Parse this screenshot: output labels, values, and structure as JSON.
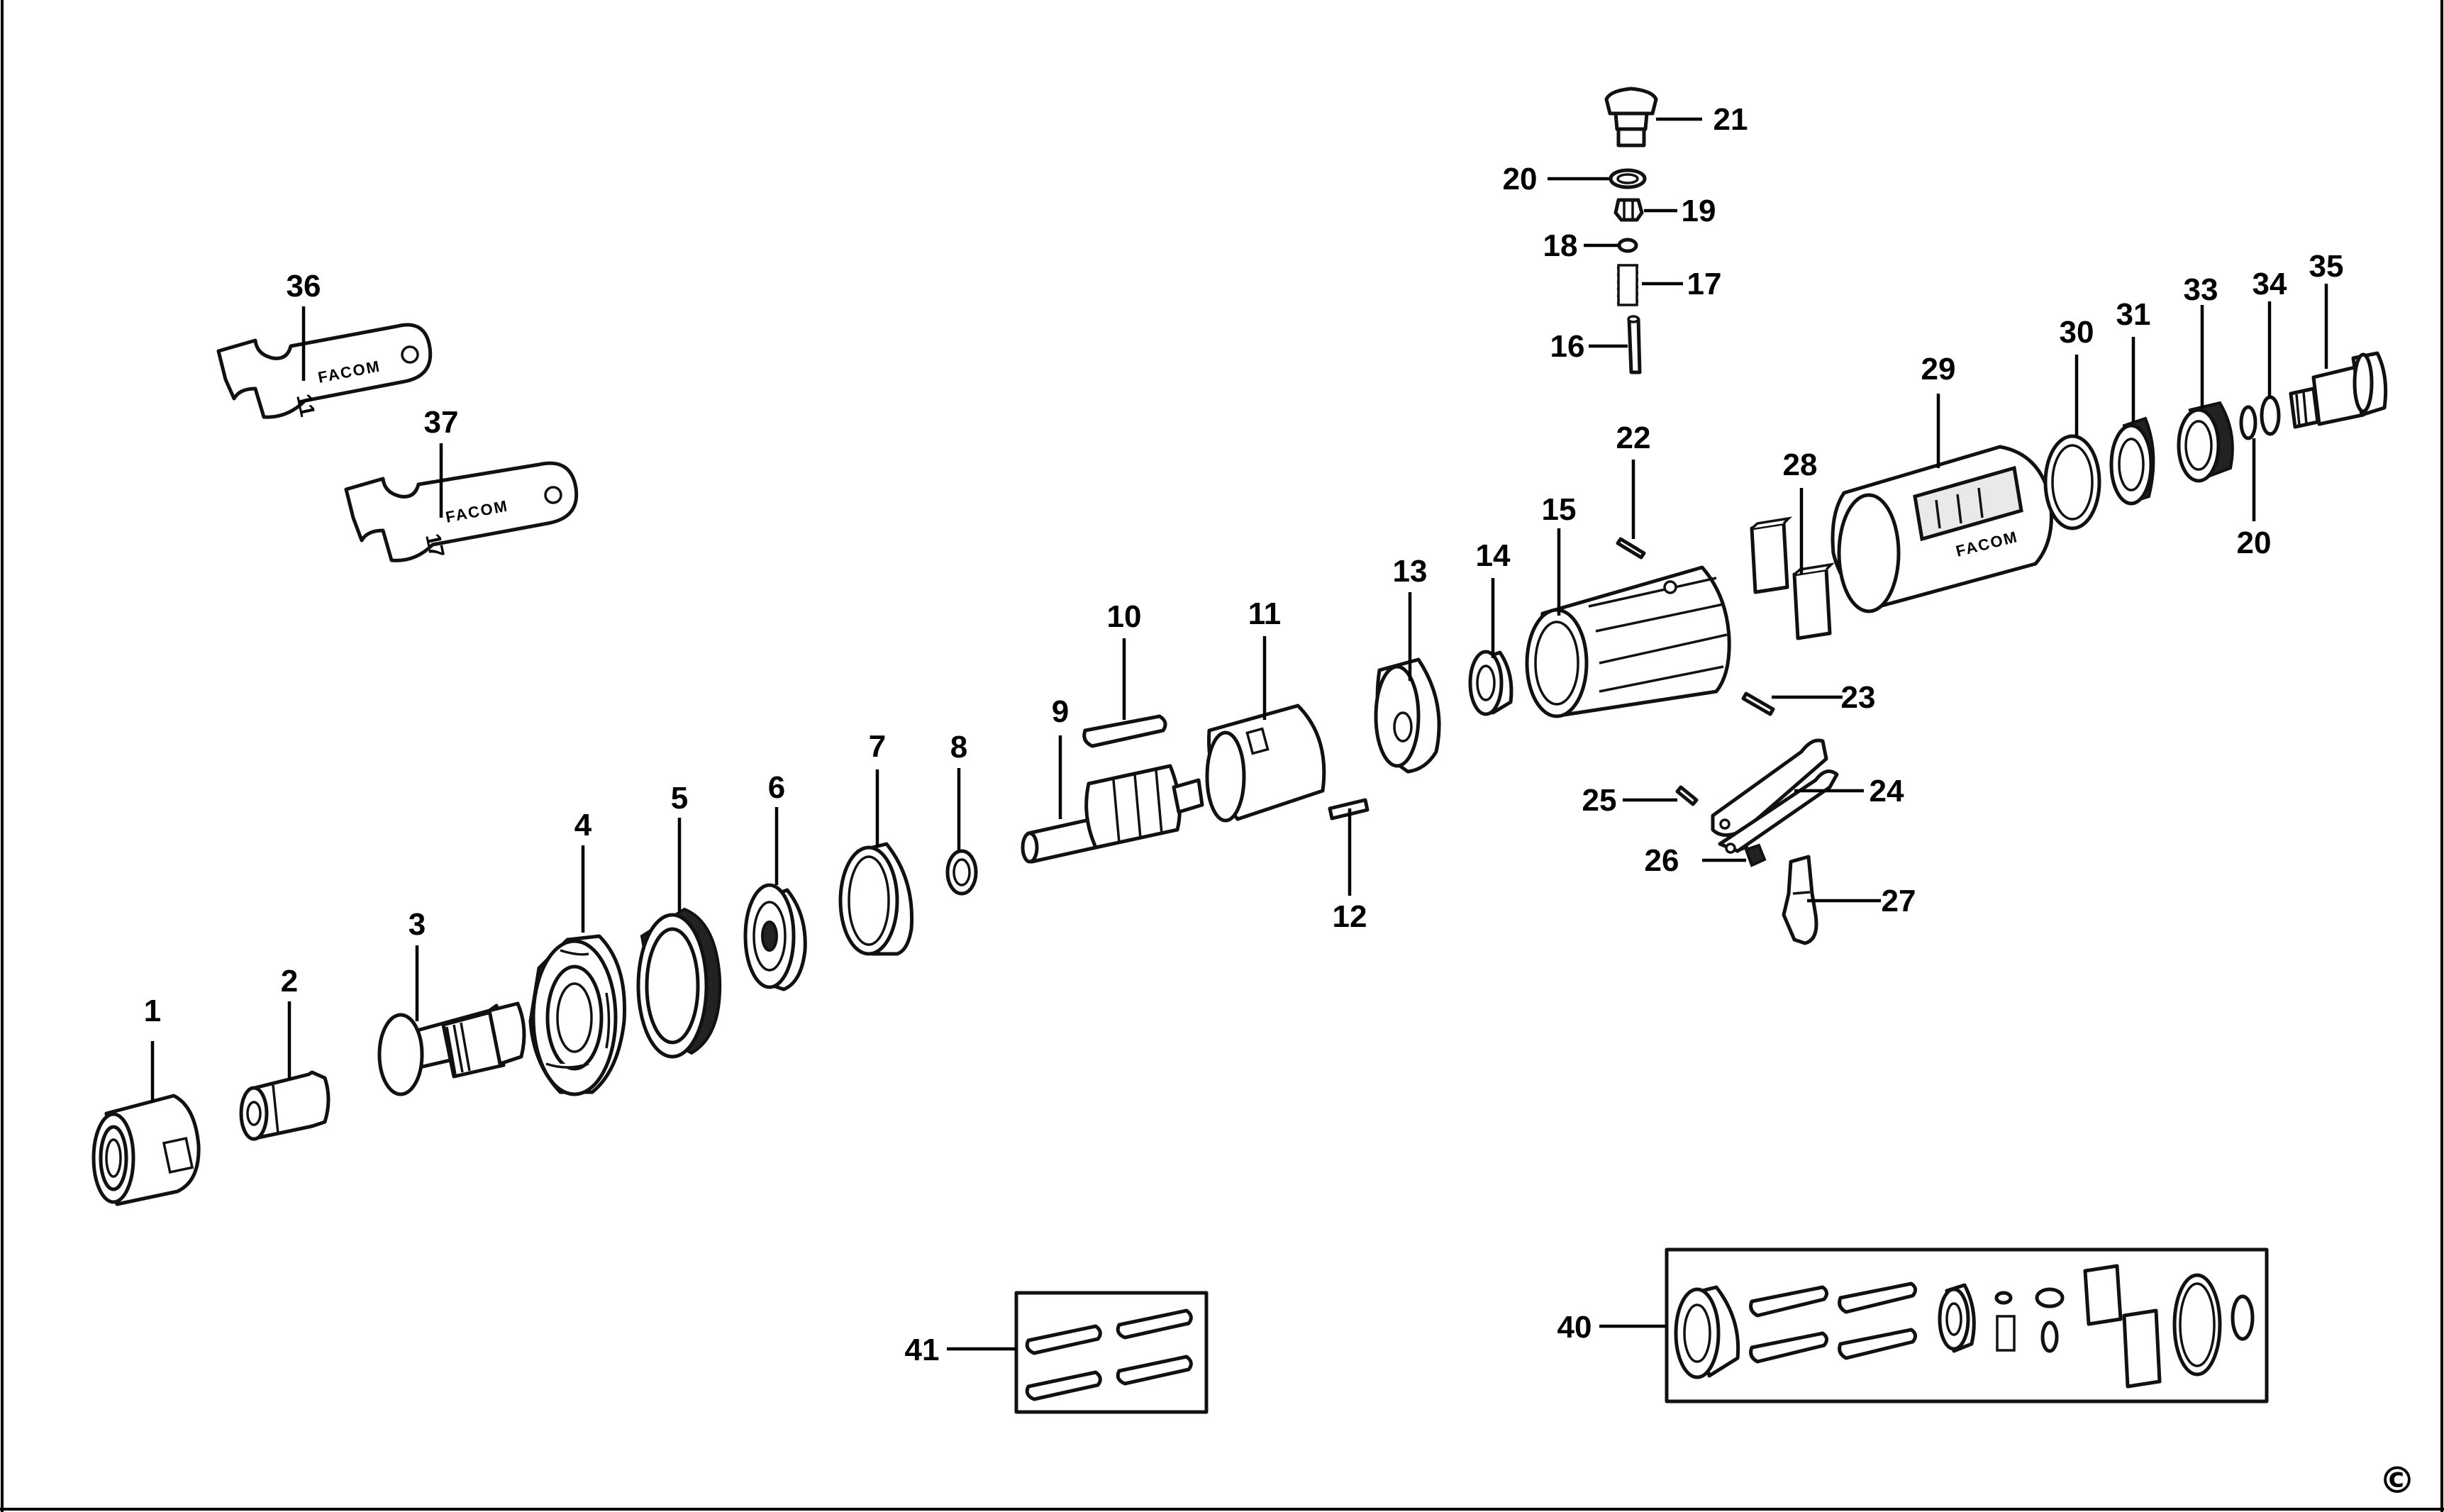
{
  "callouts": {
    "c1": "1",
    "c2": "2",
    "c3": "3",
    "c4": "4",
    "c5": "5",
    "c6": "6",
    "c7": "7",
    "c8": "8",
    "c9": "9",
    "c10": "10",
    "c11": "11",
    "c12": "12",
    "c13": "13",
    "c14": "14",
    "c15": "15",
    "c16": "16",
    "c17": "17",
    "c18": "18",
    "c19": "19",
    "c20a": "20",
    "c20b": "20",
    "c21": "21",
    "c22": "22",
    "c23": "23",
    "c24": "24",
    "c25": "25",
    "c26": "26",
    "c27": "27",
    "c28": "28",
    "c29": "29",
    "c30": "30",
    "c31": "31",
    "c33": "33",
    "c34": "34",
    "c35": "35",
    "c36": "36",
    "c37": "37",
    "c40": "40",
    "c41": "41"
  },
  "markings": {
    "brand": "FACOM",
    "wrench_small_size": "11",
    "wrench_large_size": "17",
    "copyright_symbol": "©"
  }
}
